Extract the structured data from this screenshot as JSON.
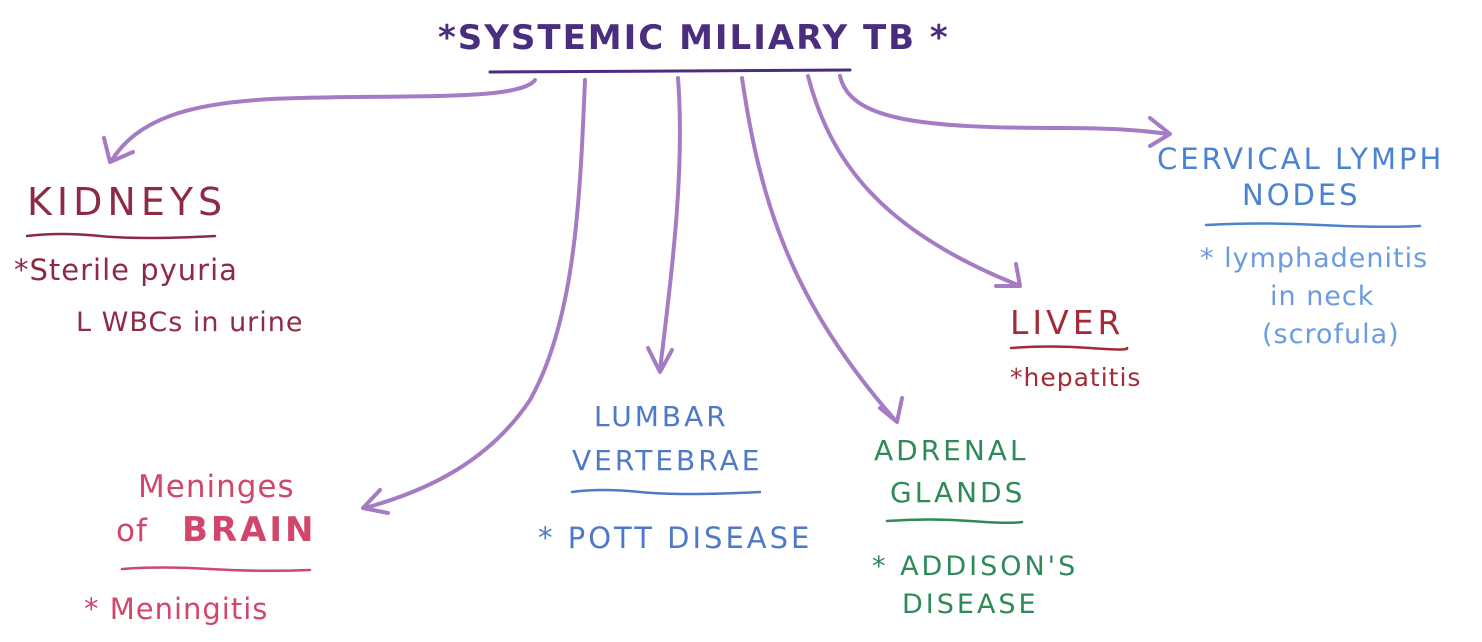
{
  "title": "*SYSTEMIC MILIARY TB *",
  "colors": {
    "title": "#4b2d7f",
    "arrow": "#a57cc4",
    "kidneys": "#8f2a45",
    "meninges": "#d0476b",
    "lumbar": "#4e79c8",
    "adrenal": "#2e8a57",
    "liver": "#a32a36",
    "cervical": "#4a83d0",
    "cervical_note": "#6b9be0"
  },
  "nodes": {
    "kidneys": {
      "label": "KIDNEYS",
      "note_1": "*Sterile pyuria",
      "note_2": "L WBCs in urine"
    },
    "meninges": {
      "label_1": "Meninges",
      "label_2_prefix": "of",
      "label_2_bold": "BRAIN",
      "note": "* Meningitis"
    },
    "lumbar": {
      "label_1": "LUMBAR",
      "label_2": "VERTEBRAE",
      "note": "* POTT DISEASE"
    },
    "adrenal": {
      "label_1": "ADRENAL",
      "label_2": "GLANDS",
      "note_1": "* ADDISON'S",
      "note_2": "DISEASE"
    },
    "liver": {
      "label": "LIVER",
      "note": "*hepatitis"
    },
    "cervical": {
      "label_1": "CERVICAL LYMPH",
      "label_2": "NODES",
      "note_1": "* lymphadenitis",
      "note_2": "in neck",
      "note_3": "(scrofula)"
    }
  }
}
